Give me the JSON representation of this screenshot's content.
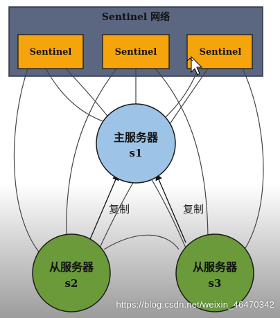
{
  "network": {
    "title": "Sentinel 网络",
    "sentinels": [
      {
        "label": "Sentinel"
      },
      {
        "label": "Sentinel"
      },
      {
        "label": "Sentinel"
      }
    ]
  },
  "master": {
    "line1": "主服务器",
    "line2": "s1"
  },
  "slaves": [
    {
      "line1": "从服务器",
      "line2": "s2"
    },
    {
      "line1": "从服务器",
      "line2": "s3"
    }
  ],
  "replication_labels": [
    "复制",
    "复制"
  ],
  "watermark": "https://blog.csdn.net/weixin_46470342",
  "colors": {
    "network_bg": "#5b6680",
    "sentinel_fill": "#f5a40c",
    "master_fill": "#9dc3e6",
    "slave_fill": "#6a9a3a",
    "line": "#4a4a4a"
  }
}
